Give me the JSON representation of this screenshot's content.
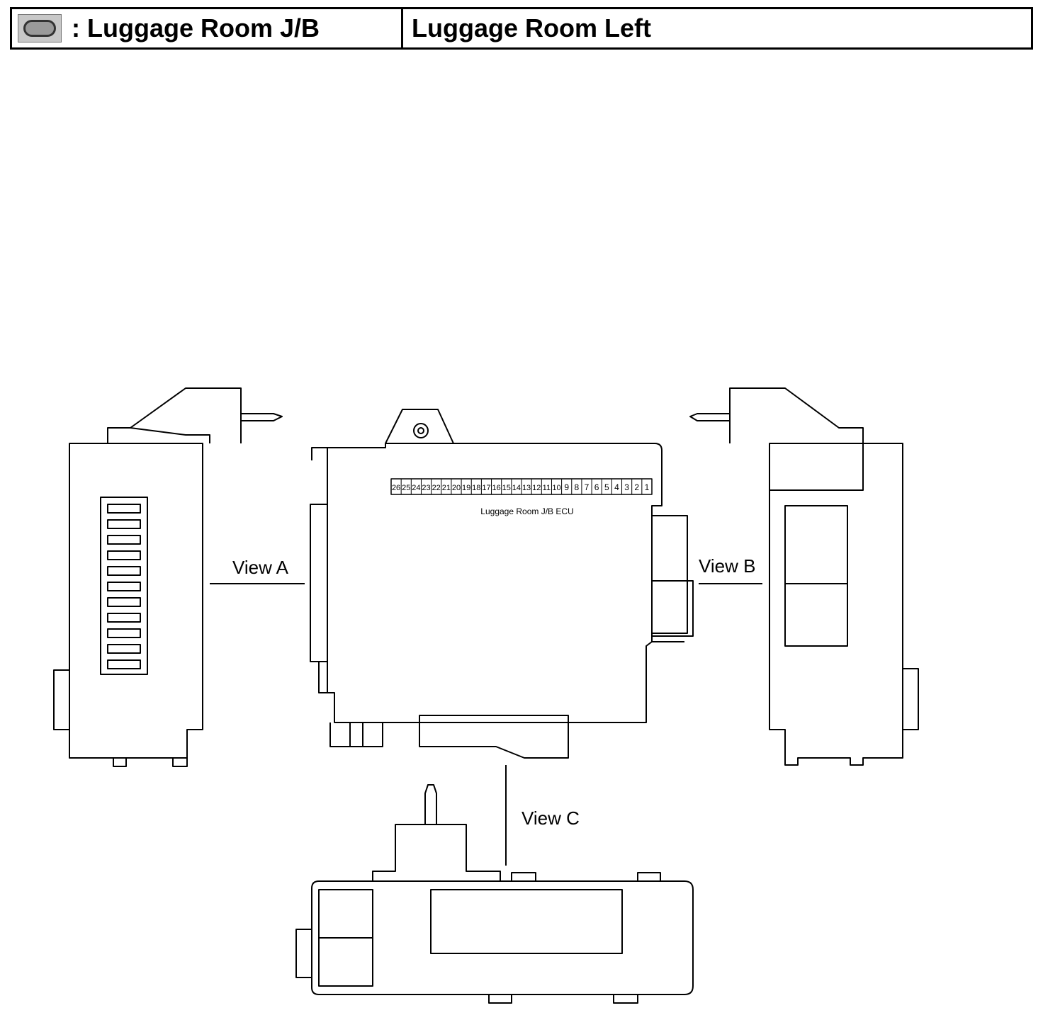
{
  "header": {
    "icon": "junction-block-icon",
    "component_label": ": Luggage Room J/B",
    "location_label": "Luggage Room Left"
  },
  "diagram": {
    "ecu_label": "Luggage Room J/B ECU",
    "terminals": [
      "26",
      "25",
      "24",
      "23",
      "22",
      "21",
      "20",
      "19",
      "18",
      "17",
      "16",
      "15",
      "14",
      "13",
      "12",
      "11",
      "10",
      "9",
      "8",
      "7",
      "6",
      "5",
      "4",
      "3",
      "2",
      "1"
    ],
    "views": {
      "a": "View A",
      "b": "View B",
      "c": "View C"
    }
  }
}
